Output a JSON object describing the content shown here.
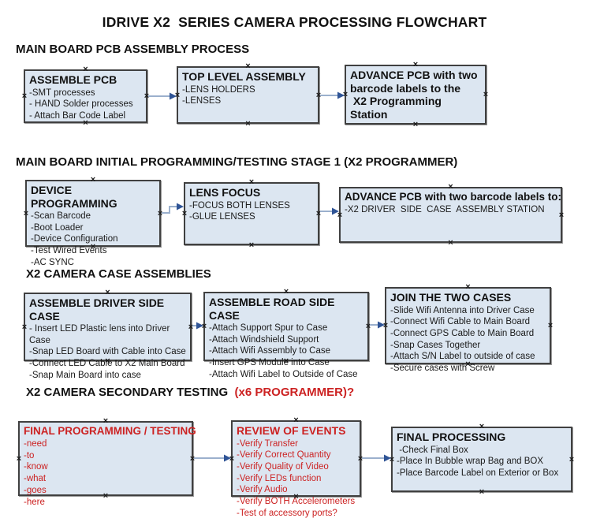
{
  "title": "IDRIVE X2  SERIES CAMERA PROCESSING FLOWCHART",
  "colors": {
    "box_fill": "#dce6f1",
    "box_border": "#404040",
    "red_text": "#cc2222",
    "arrow_line": "#9bb0cd",
    "arrow_head": "#2f5496"
  },
  "sections": [
    {
      "heading": "MAIN BOARD PCB ASSEMBLY PROCESS",
      "boxes": [
        {
          "title": "ASSEMBLE PCB",
          "items": [
            "-SMT processes",
            "- HAND Solder processes",
            "- Attach Bar Code Label"
          ]
        },
        {
          "title": "TOP LEVEL ASSEMBLY",
          "items": [
            "-LENS HOLDERS",
            "-LENSES"
          ]
        },
        {
          "title": "ADVANCE PCB with two\nbarcode labels to the\n X2 Programming Station",
          "items": []
        }
      ]
    },
    {
      "heading": "MAIN BOARD INITIAL PROGRAMMING/TESTING STAGE 1 (X2 PROGRAMMER)",
      "boxes": [
        {
          "title": "DEVICE PROGRAMMING",
          "items": [
            "-Scan Barcode",
            "-Boot Loader",
            "-Device Configuration",
            "-Test Wired Events",
            "-AC SYNC"
          ]
        },
        {
          "title": "LENS FOCUS",
          "items": [
            "-FOCUS BOTH LENSES",
            "-GLUE LENSES"
          ]
        },
        {
          "title": "ADVANCE PCB with two barcode labels to:",
          "items": [
            "-X2 DRIVER  SIDE  CASE  ASSEMBLY STATION"
          ]
        }
      ]
    },
    {
      "heading": "X2 CAMERA CASE ASSEMBLIES",
      "boxes": [
        {
          "title": "ASSEMBLE DRIVER SIDE CASE",
          "items": [
            "- Insert LED Plastic lens into Driver Case",
            "-Snap LED Board with Cable into Case",
            "-Connect LED Cable to X2 Main Board",
            "-Snap Main Board into case"
          ]
        },
        {
          "title": "ASSEMBLE ROAD SIDE CASE",
          "items": [
            "-Attach Support Spur to Case",
            "-Attach Windshield Support",
            "-Attach Wifi Assembly to Case",
            "-Insert GPS Module into Case",
            "-Attach Wifi Label to Outside of Case"
          ]
        },
        {
          "title": "JOIN THE TWO CASES",
          "items": [
            "-Slide Wifi Antenna into Driver Case",
            "-Connect Wifi Cable to Main Board",
            "-Connect GPS Cable to Main Board",
            "-Snap Cases Together",
            "-Attach S/N Label to outside of case",
            "-Secure cases with Screw"
          ]
        }
      ]
    },
    {
      "heading": "X2 CAMERA SECONDARY TESTING ",
      "heading_red": " (x6 PROGRAMMER)?",
      "boxes": [
        {
          "title": "FINAL PROGRAMMING / TESTING",
          "items": [
            "-need",
            "-to",
            "-know",
            "-what",
            "-goes",
            "-here"
          ]
        },
        {
          "title": "REVIEW OF EVENTS",
          "items": [
            "-Verify Transfer",
            "-Verify Correct Quantity",
            "-Verify Quality of Video",
            "-Verify LEDs function",
            "-Verify Audio",
            "-Verify BOTH Accelerometers",
            "-Test of accessory ports?"
          ]
        },
        {
          "title": "FINAL PROCESSING",
          "items": [
            " -Check Final Box",
            "-Place In Bubble wrap Bag and BOX",
            "-Place Barcode Label on Exterior or Box"
          ]
        }
      ]
    }
  ]
}
